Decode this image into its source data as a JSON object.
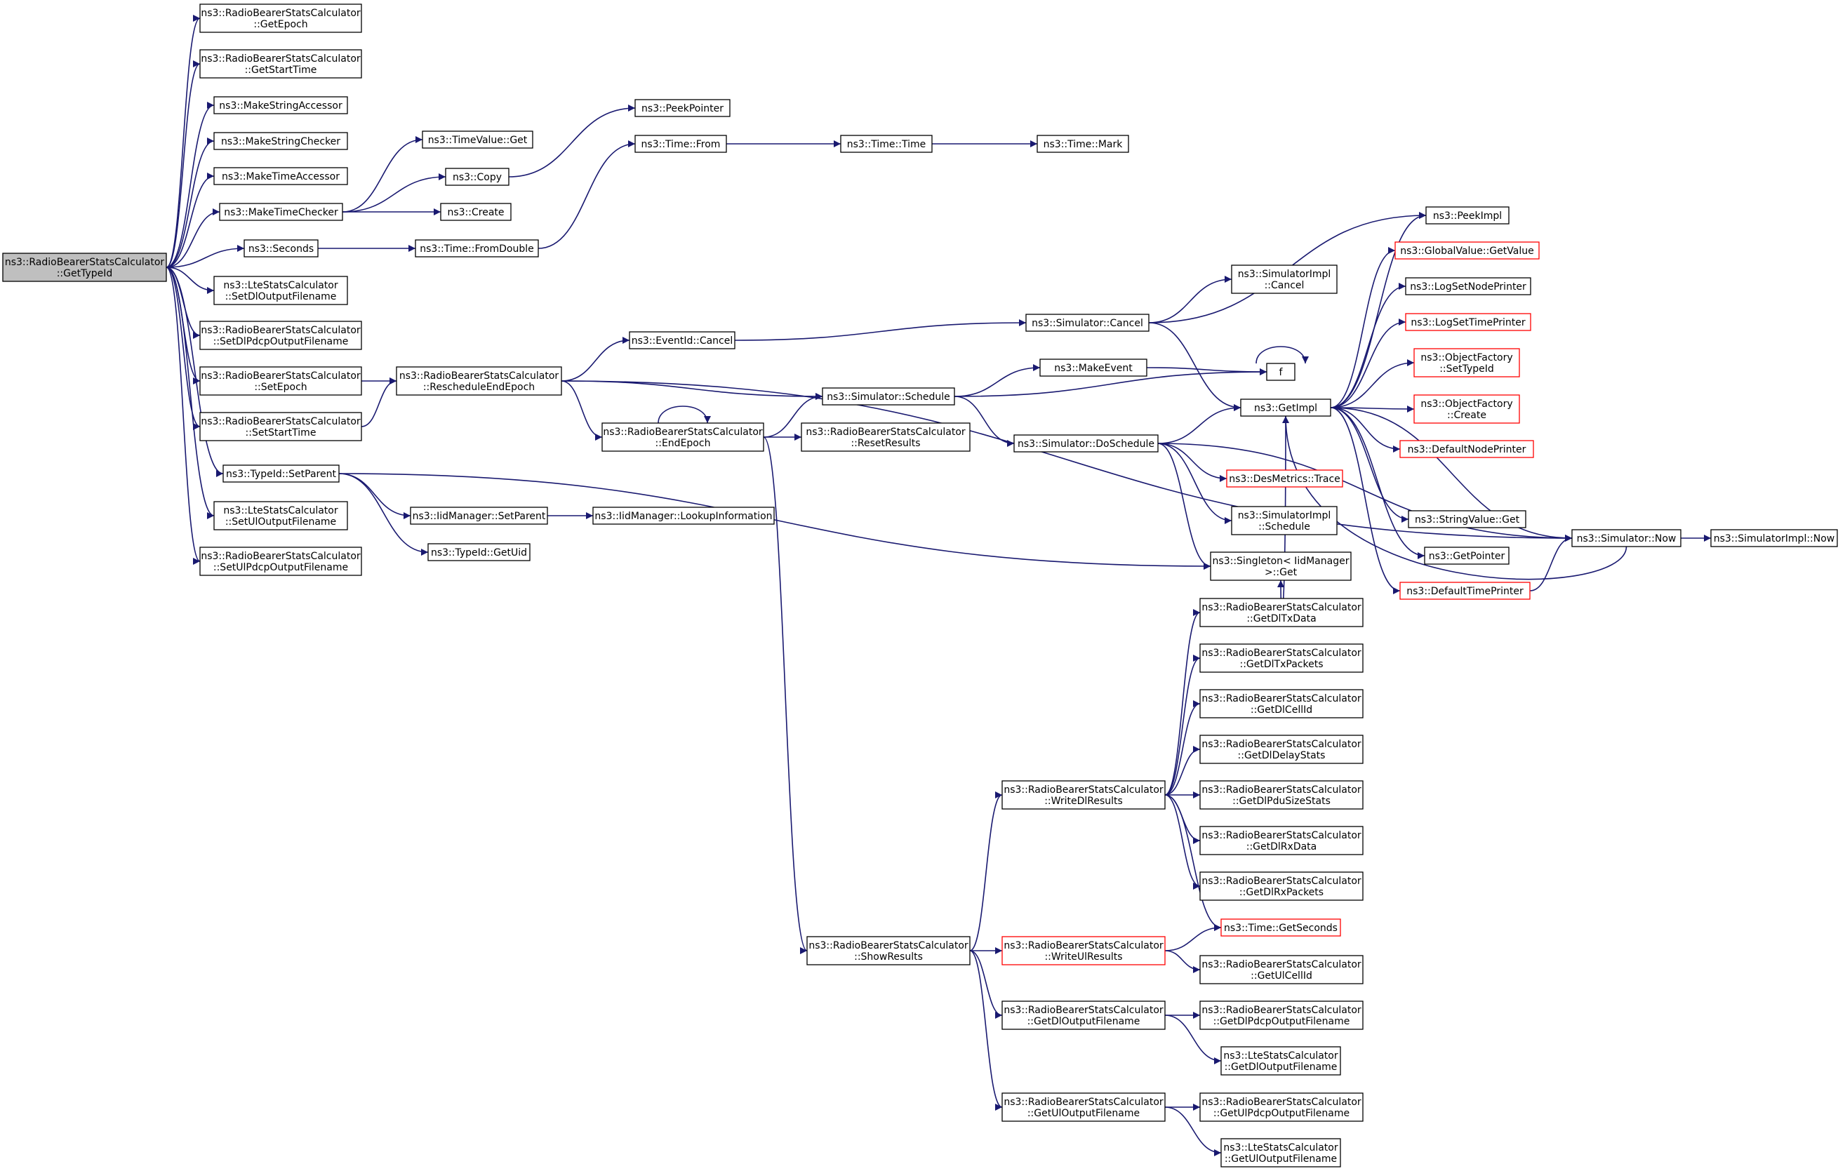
{
  "colors": {
    "edge": "#191970",
    "root_fill": "#bfbfbf",
    "truncated_border": "#ff0000",
    "node_border": "#000000"
  },
  "nodes": [
    {
      "id": "root",
      "lines": [
        "ns3::RadioBearerStatsCalculator",
        "::GetTypeId"
      ],
      "style": "root"
    },
    {
      "id": "getEpoch",
      "lines": [
        "ns3::RadioBearerStatsCalculator",
        "::GetEpoch"
      ]
    },
    {
      "id": "getStartTime",
      "lines": [
        "ns3::RadioBearerStatsCalculator",
        "::GetStartTime"
      ]
    },
    {
      "id": "makeStringAccessor",
      "lines": [
        "ns3::MakeStringAccessor"
      ]
    },
    {
      "id": "makeStringChecker",
      "lines": [
        "ns3::MakeStringChecker"
      ]
    },
    {
      "id": "makeTimeAccessor",
      "lines": [
        "ns3::MakeTimeAccessor"
      ]
    },
    {
      "id": "makeTimeChecker",
      "lines": [
        "ns3::MakeTimeChecker"
      ]
    },
    {
      "id": "seconds",
      "lines": [
        "ns3::Seconds"
      ]
    },
    {
      "id": "lteSetDlOut",
      "lines": [
        "ns3::LteStatsCalculator",
        "::SetDlOutputFilename"
      ]
    },
    {
      "id": "rbSetDlPdcp",
      "lines": [
        "ns3::RadioBearerStatsCalculator",
        "::SetDlPdcpOutputFilename"
      ]
    },
    {
      "id": "setEpoch",
      "lines": [
        "ns3::RadioBearerStatsCalculator",
        "::SetEpoch"
      ]
    },
    {
      "id": "setStartTime",
      "lines": [
        "ns3::RadioBearerStatsCalculator",
        "::SetStartTime"
      ]
    },
    {
      "id": "typeIdSetParent",
      "lines": [
        "ns3::TypeId::SetParent"
      ]
    },
    {
      "id": "lteSetUlOut",
      "lines": [
        "ns3::LteStatsCalculator",
        "::SetUlOutputFilename"
      ]
    },
    {
      "id": "rbSetUlPdcp",
      "lines": [
        "ns3::RadioBearerStatsCalculator",
        "::SetUlPdcpOutputFilename"
      ]
    },
    {
      "id": "timeValueGet",
      "lines": [
        "ns3::TimeValue::Get"
      ]
    },
    {
      "id": "copy",
      "lines": [
        "ns3::Copy"
      ]
    },
    {
      "id": "create",
      "lines": [
        "ns3::Create"
      ]
    },
    {
      "id": "fromDouble",
      "lines": [
        "ns3::Time::FromDouble"
      ]
    },
    {
      "id": "peekPointer",
      "lines": [
        "ns3::PeekPointer"
      ]
    },
    {
      "id": "timeFrom",
      "lines": [
        "ns3::Time::From"
      ]
    },
    {
      "id": "timeTime",
      "lines": [
        "ns3::Time::Time"
      ]
    },
    {
      "id": "timeMark",
      "lines": [
        "ns3::Time::Mark"
      ]
    },
    {
      "id": "reschedule",
      "lines": [
        "ns3::RadioBearerStatsCalculator",
        "::RescheduleEndEpoch"
      ]
    },
    {
      "id": "eventIdCancel",
      "lines": [
        "ns3::EventId::Cancel"
      ]
    },
    {
      "id": "simCancel",
      "lines": [
        "ns3::Simulator::Cancel"
      ]
    },
    {
      "id": "simImplCancel",
      "lines": [
        "ns3::SimulatorImpl",
        "::Cancel"
      ]
    },
    {
      "id": "simSchedule",
      "lines": [
        "ns3::Simulator::Schedule"
      ]
    },
    {
      "id": "makeEvent",
      "lines": [
        "ns3::MakeEvent"
      ]
    },
    {
      "id": "f",
      "lines": [
        "f"
      ]
    },
    {
      "id": "endEpoch",
      "lines": [
        "ns3::RadioBearerStatsCalculator",
        "::EndEpoch"
      ]
    },
    {
      "id": "resetResults",
      "lines": [
        "ns3::RadioBearerStatsCalculator",
        "::ResetResults"
      ]
    },
    {
      "id": "doSchedule",
      "lines": [
        "ns3::Simulator::DoSchedule"
      ]
    },
    {
      "id": "getImpl",
      "lines": [
        "ns3::GetImpl"
      ]
    },
    {
      "id": "desMetricsTrace",
      "lines": [
        "ns3::DesMetrics::Trace"
      ],
      "style": "red"
    },
    {
      "id": "simImplSchedule",
      "lines": [
        "ns3::SimulatorImpl",
        "::Schedule"
      ]
    },
    {
      "id": "singletonGet",
      "lines": [
        "ns3::Singleton< IidManager",
        "  >::Get"
      ]
    },
    {
      "id": "iidSetParent",
      "lines": [
        "ns3::IidManager::SetParent"
      ]
    },
    {
      "id": "iidLookup",
      "lines": [
        "ns3::IidManager::LookupInformation"
      ]
    },
    {
      "id": "typeIdGetUid",
      "lines": [
        "ns3::TypeId::GetUid"
      ]
    },
    {
      "id": "peekImpl",
      "lines": [
        "ns3::PeekImpl"
      ]
    },
    {
      "id": "globalValueGetValue",
      "lines": [
        "ns3::GlobalValue::GetValue"
      ],
      "style": "red"
    },
    {
      "id": "logSetNodePrinter",
      "lines": [
        "ns3::LogSetNodePrinter"
      ]
    },
    {
      "id": "logSetTimePrinter",
      "lines": [
        "ns3::LogSetTimePrinter"
      ],
      "style": "red"
    },
    {
      "id": "objFactorySetTypeId",
      "lines": [
        "ns3::ObjectFactory",
        "::SetTypeId"
      ],
      "style": "red"
    },
    {
      "id": "objFactoryCreate",
      "lines": [
        "ns3::ObjectFactory",
        "::Create"
      ],
      "style": "red"
    },
    {
      "id": "defaultNodePrinter",
      "lines": [
        "ns3::DefaultNodePrinter"
      ],
      "style": "red"
    },
    {
      "id": "stringValueGet",
      "lines": [
        "ns3::StringValue::Get"
      ]
    },
    {
      "id": "getPointer",
      "lines": [
        "ns3::GetPointer"
      ]
    },
    {
      "id": "defaultTimePrinter",
      "lines": [
        "ns3::DefaultTimePrinter"
      ],
      "style": "red"
    },
    {
      "id": "simNow",
      "lines": [
        "ns3::Simulator::Now"
      ]
    },
    {
      "id": "simImplNow",
      "lines": [
        "ns3::SimulatorImpl::Now"
      ]
    },
    {
      "id": "getDlTxData",
      "lines": [
        "ns3::RadioBearerStatsCalculator",
        "::GetDlTxData"
      ]
    },
    {
      "id": "getDlTxPackets",
      "lines": [
        "ns3::RadioBearerStatsCalculator",
        "::GetDlTxPackets"
      ]
    },
    {
      "id": "getDlCellId",
      "lines": [
        "ns3::RadioBearerStatsCalculator",
        "::GetDlCellId"
      ]
    },
    {
      "id": "getDlDelayStats",
      "lines": [
        "ns3::RadioBearerStatsCalculator",
        "::GetDlDelayStats"
      ]
    },
    {
      "id": "getDlPduSizeStats",
      "lines": [
        "ns3::RadioBearerStatsCalculator",
        "::GetDlPduSizeStats"
      ]
    },
    {
      "id": "getDlRxData",
      "lines": [
        "ns3::RadioBearerStatsCalculator",
        "::GetDlRxData"
      ]
    },
    {
      "id": "getDlRxPackets",
      "lines": [
        "ns3::RadioBearerStatsCalculator",
        "::GetDlRxPackets"
      ]
    },
    {
      "id": "writeDlResults",
      "lines": [
        "ns3::RadioBearerStatsCalculator",
        "::WriteDlResults"
      ]
    },
    {
      "id": "timeGetSeconds",
      "lines": [
        "ns3::Time::GetSeconds"
      ],
      "style": "red"
    },
    {
      "id": "showResults",
      "lines": [
        "ns3::RadioBearerStatsCalculator",
        "::ShowResults"
      ]
    },
    {
      "id": "writeUlResults",
      "lines": [
        "ns3::RadioBearerStatsCalculator",
        "::WriteUlResults"
      ],
      "style": "red"
    },
    {
      "id": "getUlCellId",
      "lines": [
        "ns3::RadioBearerStatsCalculator",
        "::GetUlCellId"
      ]
    },
    {
      "id": "rbGetDlOut",
      "lines": [
        "ns3::RadioBearerStatsCalculator",
        "::GetDlOutputFilename"
      ]
    },
    {
      "id": "rbGetDlPdcp",
      "lines": [
        "ns3::RadioBearerStatsCalculator",
        "::GetDlPdcpOutputFilename"
      ]
    },
    {
      "id": "lteGetDlOut",
      "lines": [
        "ns3::LteStatsCalculator",
        "::GetDlOutputFilename"
      ]
    },
    {
      "id": "rbGetUlOut",
      "lines": [
        "ns3::RadioBearerStatsCalculator",
        "::GetUlOutputFilename"
      ]
    },
    {
      "id": "rbGetUlPdcp",
      "lines": [
        "ns3::RadioBearerStatsCalculator",
        "::GetUlPdcpOutputFilename"
      ]
    },
    {
      "id": "lteGetUlOut",
      "lines": [
        "ns3::LteStatsCalculator",
        "::GetUlOutputFilename"
      ]
    }
  ],
  "edges": [
    [
      "root",
      "getEpoch"
    ],
    [
      "root",
      "getStartTime"
    ],
    [
      "root",
      "makeStringAccessor"
    ],
    [
      "root",
      "makeStringChecker"
    ],
    [
      "root",
      "makeTimeAccessor"
    ],
    [
      "root",
      "makeTimeChecker"
    ],
    [
      "root",
      "seconds"
    ],
    [
      "root",
      "lteSetDlOut"
    ],
    [
      "root",
      "rbSetDlPdcp"
    ],
    [
      "root",
      "setEpoch"
    ],
    [
      "root",
      "setStartTime"
    ],
    [
      "root",
      "typeIdSetParent"
    ],
    [
      "root",
      "lteSetUlOut"
    ],
    [
      "root",
      "rbSetUlPdcp"
    ],
    [
      "makeTimeChecker",
      "timeValueGet"
    ],
    [
      "makeTimeChecker",
      "copy"
    ],
    [
      "makeTimeChecker",
      "create"
    ],
    [
      "copy",
      "peekPointer"
    ],
    [
      "seconds",
      "fromDouble"
    ],
    [
      "fromDouble",
      "timeFrom"
    ],
    [
      "timeFrom",
      "timeTime"
    ],
    [
      "timeTime",
      "timeMark"
    ],
    [
      "setEpoch",
      "reschedule"
    ],
    [
      "setStartTime",
      "reschedule"
    ],
    [
      "reschedule",
      "eventIdCancel"
    ],
    [
      "reschedule",
      "simSchedule"
    ],
    [
      "reschedule",
      "endEpoch"
    ],
    [
      "reschedule",
      "simNow"
    ],
    [
      "eventIdCancel",
      "simCancel"
    ],
    [
      "simCancel",
      "simImplCancel"
    ],
    [
      "simCancel",
      "getImpl"
    ],
    [
      "simCancel",
      "peekImpl"
    ],
    [
      "simSchedule",
      "makeEvent"
    ],
    [
      "simSchedule",
      "f"
    ],
    [
      "simSchedule",
      "doSchedule"
    ],
    [
      "makeEvent",
      "f"
    ],
    [
      "f",
      "f"
    ],
    [
      "endEpoch",
      "endEpoch"
    ],
    [
      "endEpoch",
      "simSchedule"
    ],
    [
      "endEpoch",
      "resetResults"
    ],
    [
      "endEpoch",
      "showResults"
    ],
    [
      "doSchedule",
      "getImpl"
    ],
    [
      "doSchedule",
      "desMetricsTrace"
    ],
    [
      "doSchedule",
      "simImplSchedule"
    ],
    [
      "doSchedule",
      "singletonGet"
    ],
    [
      "doSchedule",
      "simNow"
    ],
    [
      "typeIdSetParent",
      "iidSetParent"
    ],
    [
      "typeIdSetParent",
      "typeIdGetUid"
    ],
    [
      "typeIdSetParent",
      "singletonGet"
    ],
    [
      "iidSetParent",
      "iidLookup"
    ],
    [
      "getImpl",
      "peekImpl"
    ],
    [
      "getImpl",
      "globalValueGetValue"
    ],
    [
      "getImpl",
      "logSetNodePrinter"
    ],
    [
      "getImpl",
      "logSetTimePrinter"
    ],
    [
      "getImpl",
      "objFactorySetTypeId"
    ],
    [
      "getImpl",
      "objFactoryCreate"
    ],
    [
      "getImpl",
      "defaultNodePrinter"
    ],
    [
      "getImpl",
      "stringValueGet"
    ],
    [
      "getImpl",
      "getPointer"
    ],
    [
      "getImpl",
      "defaultTimePrinter"
    ],
    [
      "getImpl",
      "simNow"
    ],
    [
      "getImpl",
      "singletonGet"
    ],
    [
      "defaultTimePrinter",
      "simNow"
    ],
    [
      "simNow",
      "getImpl"
    ],
    [
      "simNow",
      "simImplNow"
    ],
    [
      "showResults",
      "writeDlResults"
    ],
    [
      "showResults",
      "writeUlResults"
    ],
    [
      "showResults",
      "rbGetDlOut"
    ],
    [
      "showResults",
      "rbGetUlOut"
    ],
    [
      "writeDlResults",
      "getDlTxData"
    ],
    [
      "writeDlResults",
      "getDlTxPackets"
    ],
    [
      "writeDlResults",
      "getDlCellId"
    ],
    [
      "writeDlResults",
      "getDlDelayStats"
    ],
    [
      "writeDlResults",
      "getDlPduSizeStats"
    ],
    [
      "writeDlResults",
      "getDlRxData"
    ],
    [
      "writeDlResults",
      "getDlRxPackets"
    ],
    [
      "writeDlResults",
      "timeGetSeconds"
    ],
    [
      "writeUlResults",
      "timeGetSeconds"
    ],
    [
      "writeUlResults",
      "getUlCellId"
    ],
    [
      "rbGetDlOut",
      "rbGetDlPdcp"
    ],
    [
      "rbGetDlOut",
      "lteGetDlOut"
    ],
    [
      "rbGetUlOut",
      "rbGetUlPdcp"
    ],
    [
      "rbGetUlOut",
      "lteGetUlOut"
    ]
  ]
}
